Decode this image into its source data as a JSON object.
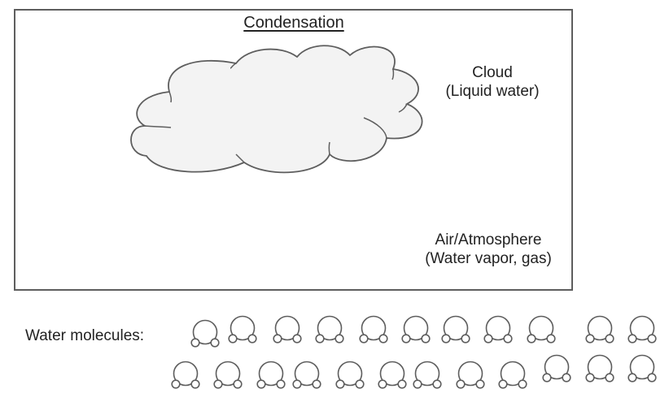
{
  "title": "Condensation",
  "cloud_label": {
    "line1": "Cloud",
    "line2": "(Liquid water)"
  },
  "air_label": {
    "line1": "Air/Atmosphere",
    "line2": "(Water vapor, gas)"
  },
  "molecules_label": "Water molecules:",
  "colors": {
    "stroke": "#5e5e5e",
    "cloud_fill": "#f3f3f3",
    "text": "#222222"
  },
  "molecule_counts": {
    "row1": 11,
    "row2": 12,
    "total": 23
  }
}
